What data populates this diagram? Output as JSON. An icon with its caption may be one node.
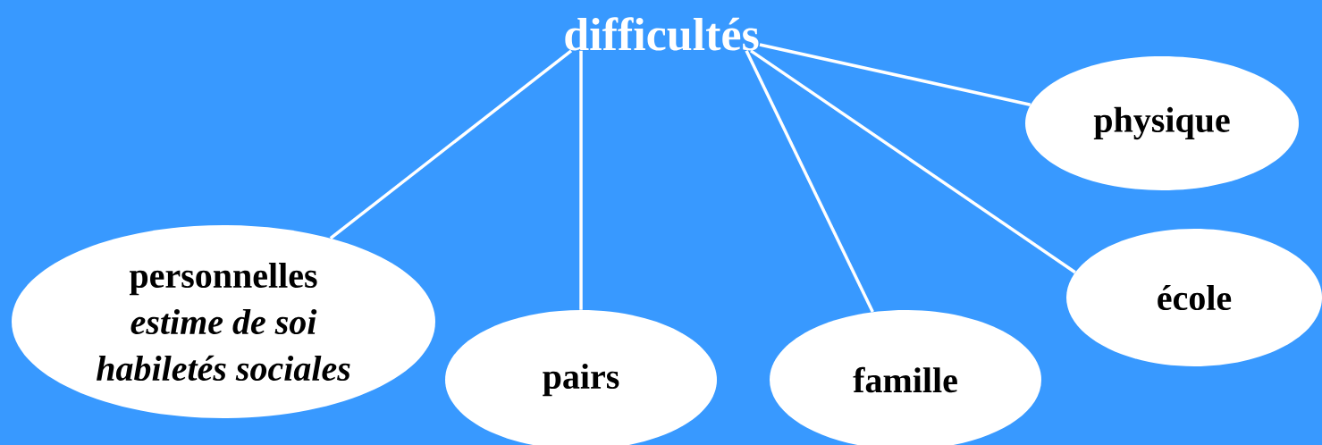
{
  "diagram": {
    "nodes": [
      {
        "text": [
          "difficultés"
        ]
      },
      {
        "text": [
          "personnelles",
          "estime de soi",
          "habiletés sociales"
        ]
      },
      {
        "text": [
          "pairs"
        ]
      },
      {
        "text": [
          "famille"
        ]
      },
      {
        "text": [
          "école"
        ]
      },
      {
        "text": [
          "physique"
        ]
      }
    ],
    "edges": [
      {
        "from": 0,
        "to": 1,
        "arrow": "none"
      },
      {
        "from": 0,
        "to": 2,
        "arrow": "none"
      },
      {
        "from": 0,
        "to": 3,
        "arrow": "none"
      },
      {
        "from": 0,
        "to": 4,
        "arrow": "none"
      },
      {
        "from": 0,
        "to": 5,
        "arrow": "none"
      }
    ]
  }
}
